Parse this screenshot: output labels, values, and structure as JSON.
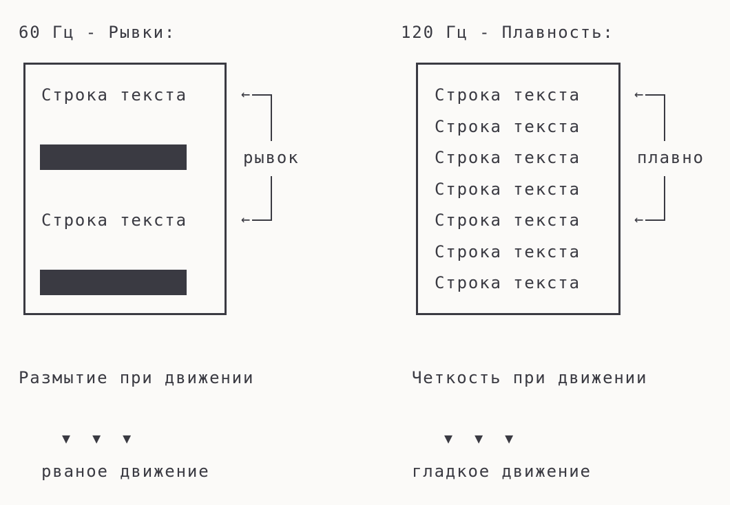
{
  "left": {
    "heading": "60 Гц - Рывки:",
    "rows": [
      "Строка текста",
      "Строка текста"
    ],
    "bracket_label": "рывок",
    "caption": "Размытие при движении",
    "triangles": "▼ ▼ ▼",
    "footer": "рваное движение"
  },
  "right": {
    "heading": "120 Гц - Плавность:",
    "rows": [
      "Строка текста",
      "Строка текста",
      "Строка текста",
      "Строка текста",
      "Строка текста",
      "Строка текста",
      "Строка текста"
    ],
    "bracket_label": "плавно",
    "caption": "Четкость при движении",
    "triangles": "▼ ▼ ▼",
    "footer": "гладкое движение"
  },
  "colors": {
    "ink": "#3a3a42",
    "background": "#fbfaf8"
  }
}
